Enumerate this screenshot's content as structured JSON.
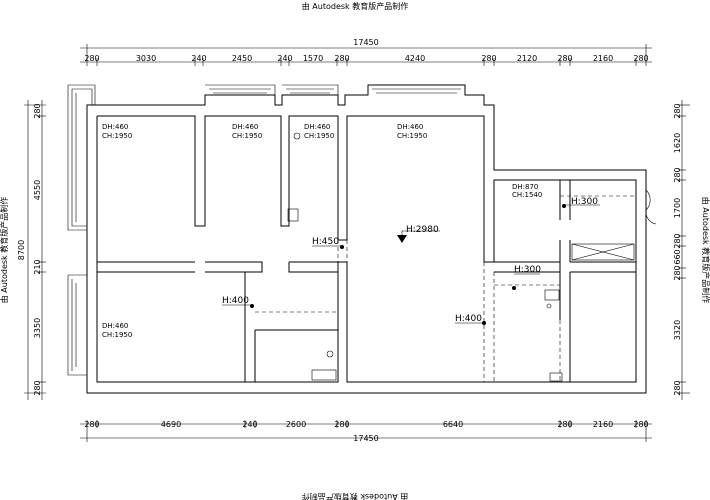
{
  "watermark": "由 Autodesk 教育版产品制作",
  "dimensions": {
    "total": "17450",
    "top_row": [
      "280",
      "3030",
      "240",
      "2450",
      "240",
      "1570",
      "280",
      "4240",
      "280",
      "2120",
      "280",
      "2160",
      "280"
    ],
    "bottom_row": [
      "280",
      "4690",
      "240",
      "2600",
      "280",
      "6640",
      "280",
      "2160",
      "280"
    ],
    "left_total": "8700",
    "left_col": [
      "280",
      "4550",
      "210",
      "3350",
      "280"
    ],
    "right_col": [
      "280",
      "1620",
      "280",
      "1700",
      "280",
      "660",
      "280",
      "3320",
      "280"
    ]
  },
  "rooms": [
    {
      "dh": "DH:460",
      "ch": "CH:1950"
    },
    {
      "dh": "DH:460",
      "ch": "CH:1950"
    },
    {
      "dh": "DH:460",
      "ch": "CH:1950"
    },
    {
      "dh": "DH:460",
      "ch": "CH:1950"
    },
    {
      "dh": "DH:870",
      "ch": "CH:1540"
    },
    {
      "dh": "DH:460",
      "ch": "CH:1950"
    }
  ],
  "heights": [
    {
      "label": "H:2980"
    },
    {
      "label": "H:450"
    },
    {
      "label": "H:400"
    },
    {
      "label": "H:400"
    },
    {
      "label": "H:300"
    },
    {
      "label": "H:300"
    }
  ]
}
